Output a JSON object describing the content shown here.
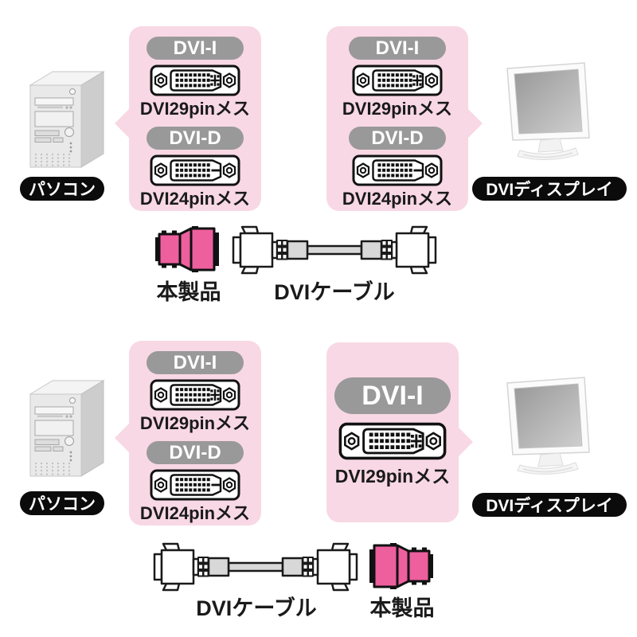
{
  "colors": {
    "panel_pink": "#F8D8E4",
    "type_pill_gray": "#999999",
    "name_tag_black": "#0B0B0B",
    "adapter_pink": "#EE5F9E"
  },
  "icons": {
    "dvi_i_connector": "dvi-i-29pin-female-connector-icon",
    "dvi_d_connector": "dvi-d-24pin-female-connector-icon",
    "pc": "desktop-pc-tower-illustration",
    "display": "lcd-monitor-illustration",
    "adapter": "adapter-product-illustration",
    "cable": "dvi-cable-illustration",
    "callout": "callout-arrow"
  },
  "top_diagram": {
    "pc_label": "パソコン",
    "display_label": "DVIディスプレイ",
    "pc_side_panel": {
      "ports": [
        {
          "type": "DVI-I",
          "caption": "DVI29pinメス"
        },
        {
          "type": "DVI-D",
          "caption": "DVI24pinメス"
        }
      ]
    },
    "display_side_panel": {
      "ports": [
        {
          "type": "DVI-I",
          "caption": "DVI29pinメス"
        },
        {
          "type": "DVI-D",
          "caption": "DVI24pinメス"
        }
      ]
    },
    "adapter_label": "本製品",
    "cable_label": "DVIケーブル"
  },
  "bottom_diagram": {
    "pc_label": "パソコン",
    "display_label": "DVIディスプレイ",
    "pc_side_panel": {
      "ports": [
        {
          "type": "DVI-I",
          "caption": "DVI29pinメス"
        },
        {
          "type": "DVI-D",
          "caption": "DVI24pinメス"
        }
      ]
    },
    "display_side_panel": {
      "ports": [
        {
          "type": "DVI-I",
          "caption": "DVI29pinメス"
        }
      ]
    },
    "cable_label": "DVIケーブル",
    "adapter_label": "本製品"
  }
}
